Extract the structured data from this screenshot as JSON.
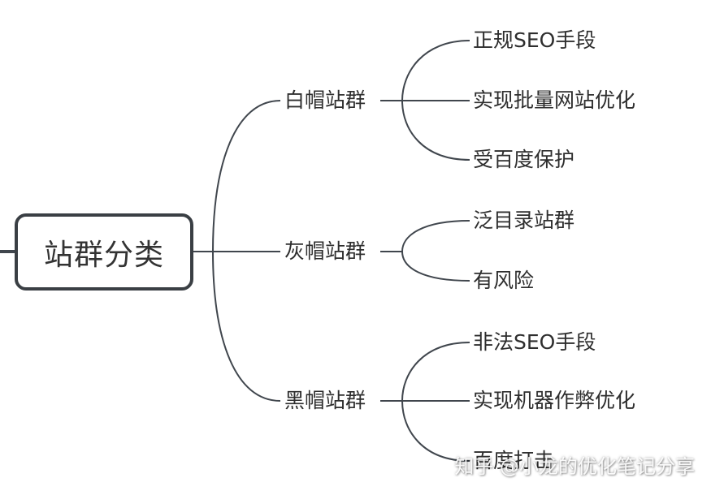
{
  "colors": {
    "line": "#40464d",
    "box_border": "#3a3f44",
    "text": "#2e2e2e",
    "background": "#ffffff"
  },
  "root": {
    "label": "站群分类"
  },
  "branches": [
    {
      "label": "白帽站群",
      "children": [
        "正规SEO手段",
        "实现批量网站优化",
        "受百度保护"
      ]
    },
    {
      "label": "灰帽站群",
      "children": [
        "泛目录站群",
        "有风险"
      ]
    },
    {
      "label": "黑帽站群",
      "children": [
        "非法SEO手段",
        "实现机器作弊优化",
        "百度打击"
      ]
    }
  ],
  "watermark": {
    "text": "知乎 @小龙的优化笔记分享"
  }
}
